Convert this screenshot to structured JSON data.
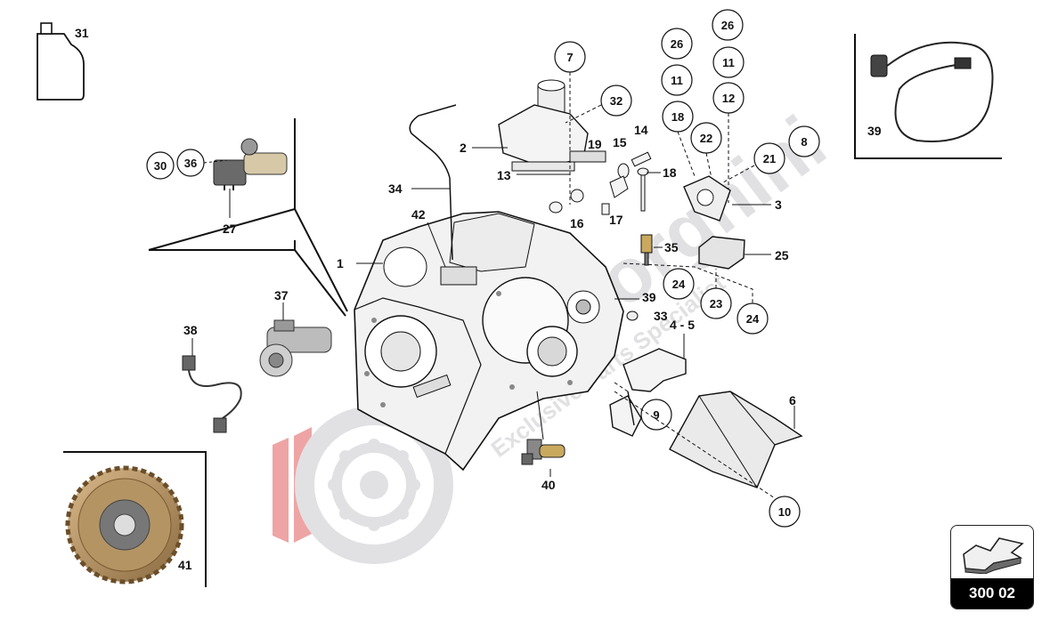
{
  "diagram": {
    "callouts": {
      "c1": "1",
      "c2": "2",
      "c3": "3",
      "c4_5": "4 - 5",
      "c6": "6",
      "c7": "7",
      "c8": "8",
      "c9": "9",
      "c10": "10",
      "c11a": "11",
      "c11b": "11",
      "c12": "12",
      "c13": "13",
      "c14": "14",
      "c15": "15",
      "c16": "16",
      "c17": "17",
      "c18a": "18",
      "c18b": "18",
      "c19": "19",
      "c21": "21",
      "c22": "22",
      "c23": "23",
      "c24a": "24",
      "c24b": "24",
      "c25": "25",
      "c26a": "26",
      "c26b": "26",
      "c27": "27",
      "c30": "30",
      "c31": "31",
      "c32": "32",
      "c33": "33",
      "c34": "34",
      "c35": "35",
      "c36": "36",
      "c37": "37",
      "c38": "38",
      "c39a": "39",
      "c39b": "39",
      "c40": "40",
      "c41": "41",
      "c42": "42"
    },
    "watermark": {
      "brand": "lamborghini",
      "tagline": "Exclusive Parts Specialist",
      "colors": {
        "red": "#e05a5a",
        "grey": "#c8c8cc"
      }
    }
  },
  "nav": {
    "code": "300 02",
    "icon": "arrow-back-icon"
  }
}
